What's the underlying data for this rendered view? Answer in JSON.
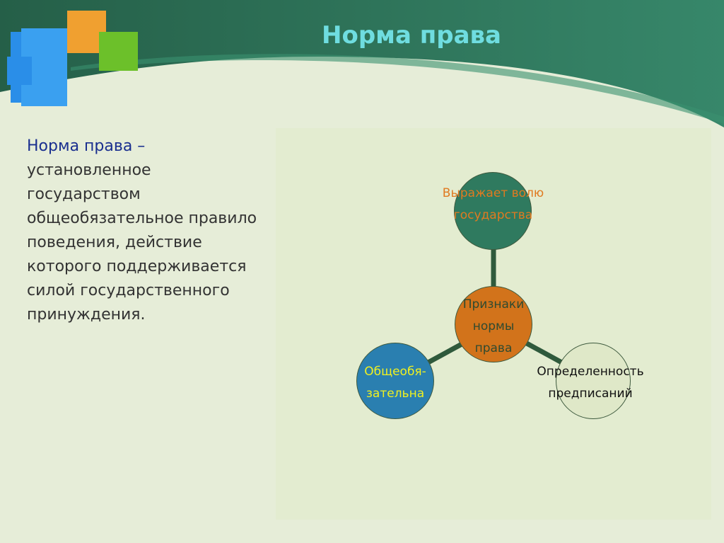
{
  "slide": {
    "title": "Норма права",
    "definition_term": "Норма права –",
    "definition_body": "установленное государством общеобязательное правило поведения, действие которого поддерживается силой государственного принуждения."
  },
  "diagram": {
    "center": {
      "label": "Признаки нормы права",
      "color": "#d2731b"
    },
    "top": {
      "label": "Выражает волю государства",
      "color": "#2f7a5f"
    },
    "left": {
      "label": "Общеобя-зательна",
      "color": "#2a7fb0"
    },
    "right": {
      "label": "Определенность предписаний",
      "color": "#dfe8c8"
    }
  }
}
